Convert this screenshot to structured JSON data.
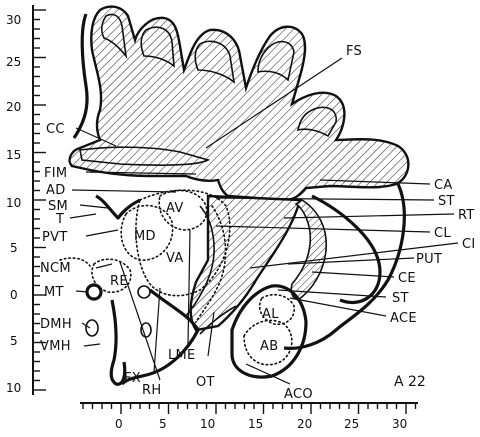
{
  "plate_label": "A 22",
  "left_axis": {
    "upper_ticks": [
      "30",
      "25",
      "20",
      "15",
      "10",
      "5",
      "0",
      "5",
      "10"
    ]
  },
  "bottom_axis": {
    "ticks": [
      "0",
      "5",
      "10",
      "15",
      "20",
      "25",
      "30"
    ]
  },
  "structures": {
    "FS": "FS",
    "CC": "CC",
    "FIM": "FIM",
    "AD": "AD",
    "SM": "SM",
    "T": "T",
    "PVT": "PVT",
    "NCM": "NCM",
    "MT": "MT",
    "DMH": "DMH",
    "VMH": "VMH",
    "AV": "AV",
    "MD": "MD",
    "VA": "VA",
    "RE": "RE",
    "CA": "CA",
    "ST_upper": "ST",
    "RT": "RT",
    "CL": "CL",
    "CI": "CI",
    "PUT": "PUT",
    "CE": "CE",
    "ST_lower": "ST",
    "ACE": "ACE",
    "AL": "AL",
    "AB": "AB",
    "ACO": "ACO",
    "OT": "OT",
    "LME": "LME",
    "RH": "RH",
    "FX": "FX"
  }
}
